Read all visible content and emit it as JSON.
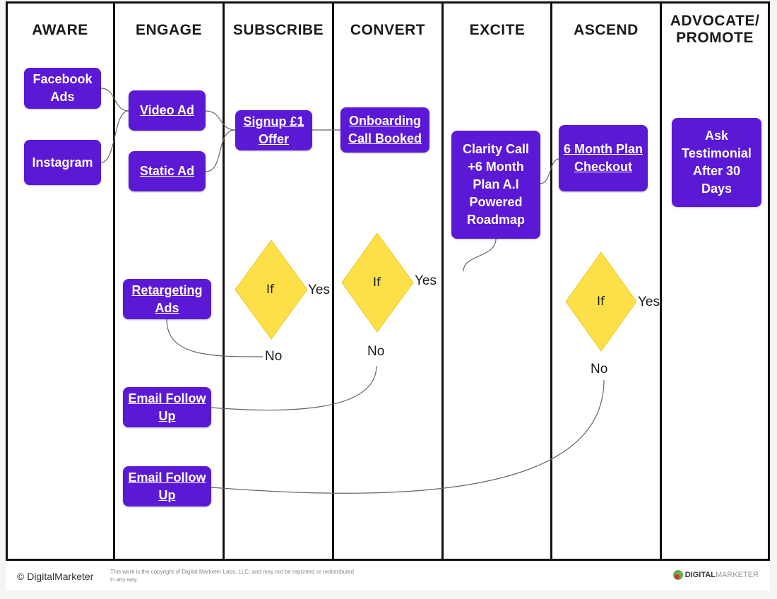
{
  "columns": [
    "AWARE",
    "ENGAGE",
    "SUBSCRIBE",
    "CONVERT",
    "EXCITE",
    "ASCEND",
    "ADVOCATE/\nPROMOTE"
  ],
  "nodes": {
    "facebook_ads": "Facebook Ads",
    "instagram": "Instagram",
    "video_ad": "Video Ad",
    "static_ad": "Static Ad",
    "retargeting_ads": "Retargeting Ads",
    "email_follow_up_1": "Email Follow Up",
    "email_follow_up_2": "Email Follow Up",
    "signup_offer": "Signup £1 Offer",
    "onboarding_call": "Onboarding Call Booked",
    "clarity_call": "Clarity Call +6 Month Plan A.I Powered Roadmap",
    "plan_checkout": "6 Month Plan Checkout",
    "ask_testimonial": "Ask Testimonial After 30 Days"
  },
  "decisions": {
    "subscribe": {
      "label": "If",
      "yes": "Yes",
      "no": "No"
    },
    "convert": {
      "label": "If",
      "yes": "Yes",
      "no": "No"
    },
    "ascend": {
      "label": "If",
      "yes": "Yes",
      "no": "No"
    }
  },
  "footer": {
    "brand": "© DigitalMarketer",
    "copyright": "This work is the copyright of Digital Marketer Labs, LLC, and may not be reprinted or redistributed in any way.",
    "logo_bold": "DIGITAL",
    "logo_light": "MARKETER"
  },
  "colors": {
    "node": "#5b19d6",
    "decision": "#fde047",
    "divider": "#111111"
  }
}
